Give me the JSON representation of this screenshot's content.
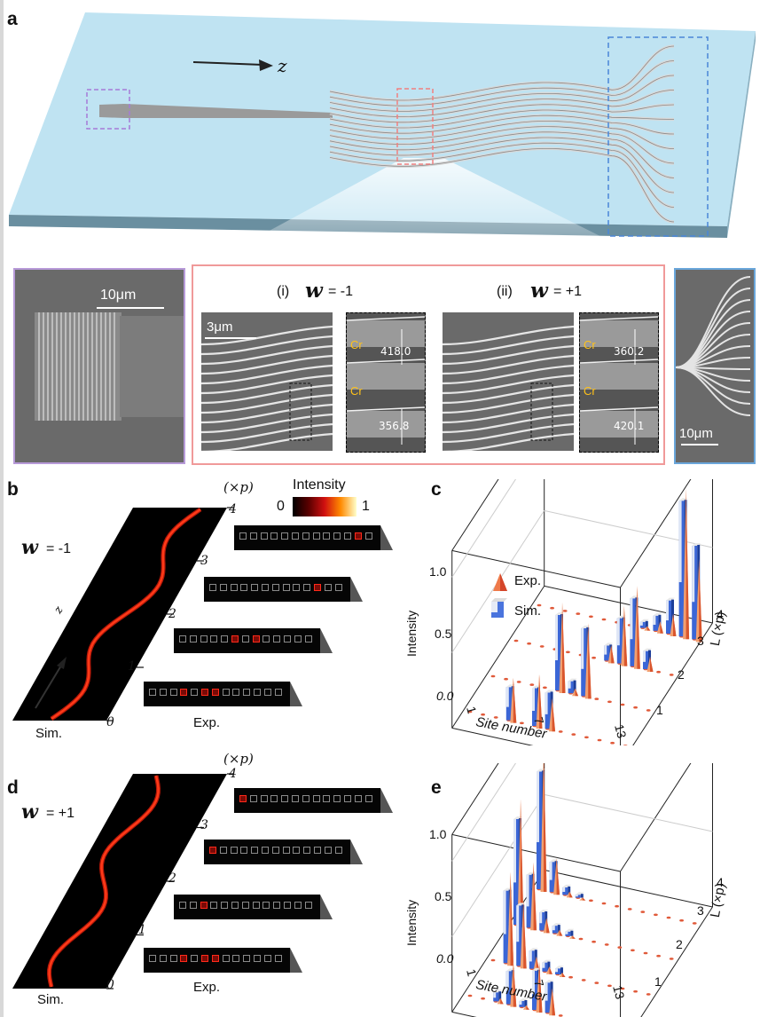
{
  "panels": {
    "a": "a",
    "b": "b",
    "c": "c",
    "d": "d",
    "e": "e"
  },
  "panel_a": {
    "z_axis": "z",
    "sem_left_scale": "10μm",
    "sem_right_scale": "10μm",
    "case_i": "(i)",
    "case_ii": "(ii)",
    "w_symbol": "w",
    "w_i_value": "= -1",
    "w_ii_value": "= +1",
    "scale_3um": "3μm",
    "cr_label": "Cr",
    "meas_i_top": "418.0",
    "meas_i_bottom": "356.8",
    "meas_ii_top": "360.2",
    "meas_ii_bottom": "420.1"
  },
  "panel_b": {
    "w_symbol": "w",
    "w_value": "= -1",
    "z_label": "z",
    "unit_label": "(×p)",
    "ticks": [
      "0",
      "1",
      "2",
      "3",
      "4"
    ],
    "sim_label": "Sim.",
    "exp_label": "Exp.",
    "colorbar_title": "Intensity",
    "colorbar_min": "0",
    "colorbar_max": "1",
    "exp_strips": [
      {
        "level": 4,
        "on": [
          12
        ]
      },
      {
        "level": 3,
        "on": [
          11
        ]
      },
      {
        "level": 2,
        "on": [
          6,
          8
        ]
      },
      {
        "level": 1,
        "on": [
          4,
          6,
          7
        ]
      }
    ]
  },
  "panel_d": {
    "w_symbol": "w",
    "w_value": "= +1",
    "unit_label": "(×p)",
    "ticks": [
      "0",
      "1",
      "2",
      "3",
      "4"
    ],
    "sim_label": "Sim.",
    "exp_label": "Exp.",
    "exp_strips": [
      {
        "level": 4,
        "on": [
          1
        ]
      },
      {
        "level": 3,
        "on": [
          1
        ]
      },
      {
        "level": 2,
        "on": [
          3
        ]
      },
      {
        "level": 1,
        "on": [
          4,
          6,
          7
        ]
      }
    ]
  },
  "chart_data": [
    {
      "type": "bar",
      "panel": "c",
      "title": "",
      "xlabel": "Site number",
      "ylabel": "Intensity",
      "zlabel": "L (×p)",
      "x_ticks": [
        "1",
        "7",
        "13"
      ],
      "y_ticks": [
        "1",
        "2",
        "3",
        "4"
      ],
      "z_ticks": [
        "0.0",
        "0.5",
        "1.0"
      ],
      "legend": [
        "Exp.",
        "Sim."
      ],
      "legend_position": "top-left",
      "zlim": [
        0,
        1.0
      ],
      "series": [
        {
          "name": "Sim.",
          "L": 1,
          "values": [
            0,
            0,
            0,
            0.22,
            0,
            0.25,
            0.24,
            0,
            0,
            0,
            0,
            0,
            0
          ]
        },
        {
          "name": "Exp.",
          "L": 1,
          "values": [
            0,
            0,
            0,
            0.3,
            0,
            0.36,
            0.22,
            0,
            0,
            0,
            0,
            0,
            0
          ]
        },
        {
          "name": "Sim.",
          "L": 2,
          "values": [
            0,
            0,
            0,
            0,
            0,
            0.5,
            0.08,
            0.45,
            0,
            0,
            0,
            0,
            0
          ]
        },
        {
          "name": "Exp.",
          "L": 2,
          "values": [
            0,
            0,
            0,
            0,
            0,
            0.6,
            0.05,
            0.5,
            0,
            0,
            0,
            0,
            0
          ]
        },
        {
          "name": "Sim.",
          "L": 3,
          "values": [
            0,
            0,
            0,
            0,
            0,
            0,
            0,
            0.1,
            0.3,
            0.45,
            0.12,
            0,
            0
          ]
        },
        {
          "name": "Exp.",
          "L": 3,
          "values": [
            0,
            0,
            0,
            0,
            0,
            0,
            0,
            0.12,
            0.4,
            0.55,
            0.1,
            0,
            0
          ]
        },
        {
          "name": "Sim.",
          "L": 4,
          "values": [
            0,
            0,
            0,
            0,
            0,
            0,
            0,
            0,
            0.04,
            0.1,
            0.22,
            0.9,
            0.62
          ]
        },
        {
          "name": "Exp.",
          "L": 4,
          "values": [
            0,
            0,
            0,
            0,
            0,
            0,
            0,
            0,
            0.03,
            0.08,
            0.15,
            1.0,
            0.55
          ]
        }
      ]
    },
    {
      "type": "bar",
      "panel": "e",
      "title": "",
      "xlabel": "Site number",
      "ylabel": "Intensity",
      "zlabel": "L (×p)",
      "x_ticks": [
        "1",
        "7",
        "13"
      ],
      "y_ticks": [
        "1",
        "2",
        "3",
        "4"
      ],
      "z_ticks": [
        "0.0",
        "0.5",
        "1.0"
      ],
      "zlim": [
        0,
        1.0
      ],
      "series": [
        {
          "name": "Sim.",
          "L": 1,
          "values": [
            0,
            0,
            0.06,
            0.22,
            0.04,
            0.26,
            0.2,
            0,
            0,
            0,
            0,
            0,
            0
          ]
        },
        {
          "name": "Exp.",
          "L": 1,
          "values": [
            0,
            0,
            0.04,
            0.3,
            0.03,
            0.34,
            0.18,
            0,
            0,
            0,
            0,
            0,
            0
          ]
        },
        {
          "name": "Sim.",
          "L": 2,
          "values": [
            0,
            0.48,
            0.4,
            0.12,
            0.06,
            0.04,
            0,
            0,
            0,
            0,
            0,
            0,
            0
          ]
        },
        {
          "name": "Exp.",
          "L": 2,
          "values": [
            0,
            0.62,
            0.45,
            0.1,
            0.05,
            0.03,
            0,
            0,
            0,
            0,
            0,
            0,
            0
          ]
        },
        {
          "name": "Sim.",
          "L": 3,
          "values": [
            0.7,
            0.35,
            0.12,
            0.05,
            0.03,
            0,
            0,
            0,
            0,
            0,
            0,
            0,
            0
          ]
        },
        {
          "name": "Exp.",
          "L": 3,
          "values": [
            0.85,
            0.45,
            0.1,
            0.04,
            0.02,
            0,
            0,
            0,
            0,
            0,
            0,
            0,
            0
          ]
        },
        {
          "name": "Sim.",
          "L": 4,
          "values": [
            0.78,
            0.2,
            0.05,
            0.02,
            0,
            0,
            0,
            0,
            0,
            0,
            0,
            0,
            0
          ]
        },
        {
          "name": "Exp.",
          "L": 4,
          "values": [
            0.95,
            0.24,
            0.04,
            0.02,
            0,
            0,
            0,
            0,
            0,
            0,
            0,
            0,
            0
          ]
        }
      ]
    }
  ]
}
